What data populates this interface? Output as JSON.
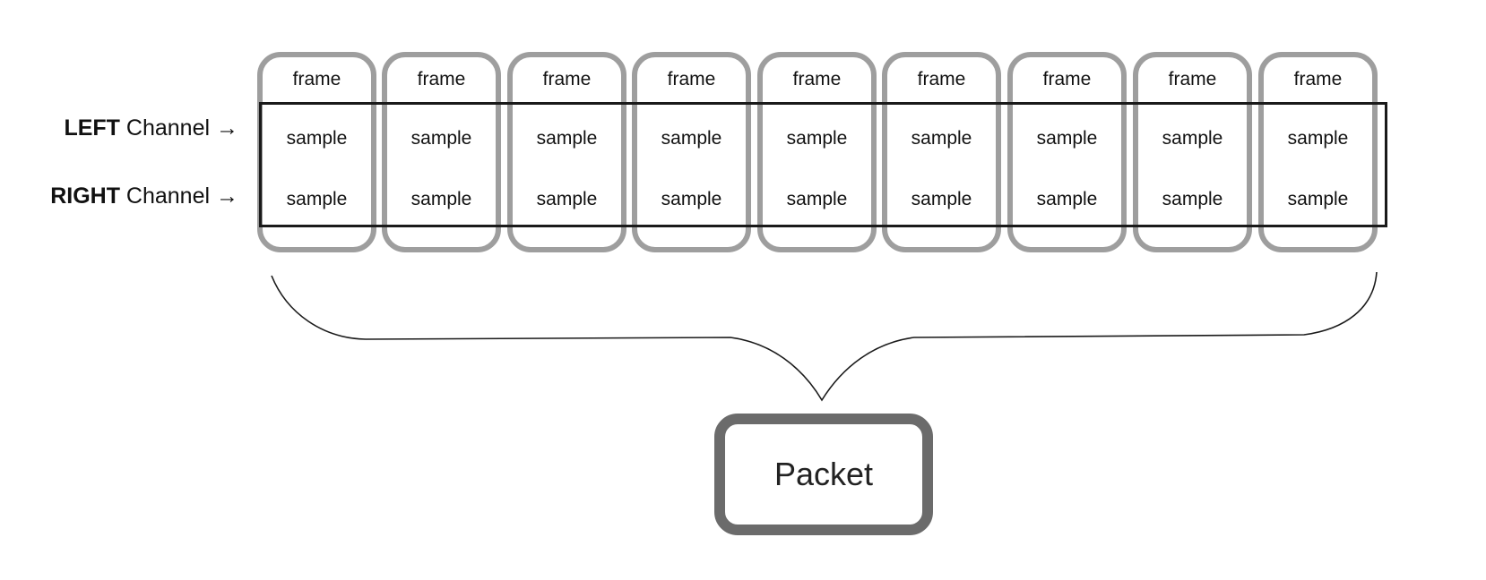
{
  "channels": {
    "left": {
      "strong": "LEFT",
      "suffix": " Channel →"
    },
    "right": {
      "strong": "RIGHT",
      "suffix": " Channel →"
    }
  },
  "frames": [
    {
      "label": "frame",
      "left_sample": "sample",
      "right_sample": "sample"
    },
    {
      "label": "frame",
      "left_sample": "sample",
      "right_sample": "sample"
    },
    {
      "label": "frame",
      "left_sample": "sample",
      "right_sample": "sample"
    },
    {
      "label": "frame",
      "left_sample": "sample",
      "right_sample": "sample"
    },
    {
      "label": "frame",
      "left_sample": "sample",
      "right_sample": "sample"
    },
    {
      "label": "frame",
      "left_sample": "sample",
      "right_sample": "sample"
    },
    {
      "label": "frame",
      "left_sample": "sample",
      "right_sample": "sample"
    },
    {
      "label": "frame",
      "left_sample": "sample",
      "right_sample": "sample"
    },
    {
      "label": "frame",
      "left_sample": "sample",
      "right_sample": "sample"
    }
  ],
  "packet": {
    "label": "Packet"
  },
  "colors": {
    "frame_border": "#9e9e9e",
    "channel_band": "#1a1a1a",
    "packet_border": "#6b6b6b"
  }
}
